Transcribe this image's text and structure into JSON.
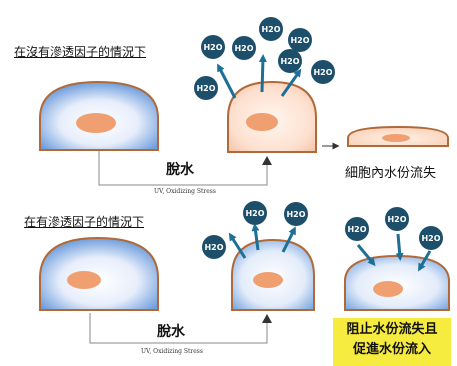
{
  "top": {
    "title": "在沒有滲透因子的情況下",
    "arrow_label": "脫水",
    "stress_label": "UV, Oxidizing Stress",
    "result_label": "細胞內水份流失"
  },
  "bottom": {
    "title": "在有滲透因子的情況下",
    "arrow_label": "脫水",
    "stress_label": "UV, Oxidizing Stress",
    "result_label": [
      "阻止水份流失且",
      "促進水份流入"
    ]
  },
  "molecule_label": "H2O",
  "colors": {
    "cell_outline": "#b06a3a",
    "cell_core": "#f0a070",
    "cell_blue": "#7aa8e0",
    "molecule": "#1d4f6b",
    "arrow": "#1c6f95",
    "note_bg": "#f6ec3f"
  }
}
